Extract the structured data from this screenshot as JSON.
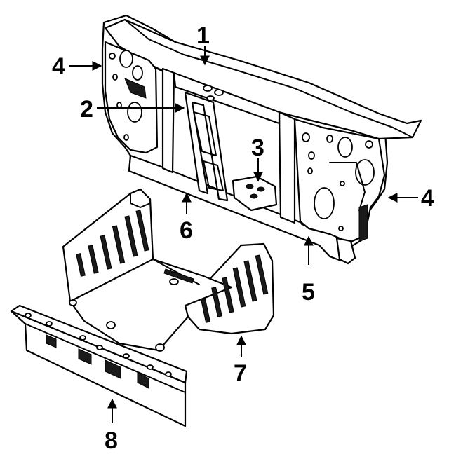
{
  "diagram": {
    "callouts": [
      {
        "id": "c1",
        "label": "1"
      },
      {
        "id": "c2",
        "label": "2"
      },
      {
        "id": "c3",
        "label": "3"
      },
      {
        "id": "c4-left",
        "label": "4"
      },
      {
        "id": "c4-right",
        "label": "4"
      },
      {
        "id": "c5",
        "label": "5"
      },
      {
        "id": "c6",
        "label": "6"
      },
      {
        "id": "c7",
        "label": "7"
      },
      {
        "id": "c8",
        "label": "8"
      }
    ]
  }
}
